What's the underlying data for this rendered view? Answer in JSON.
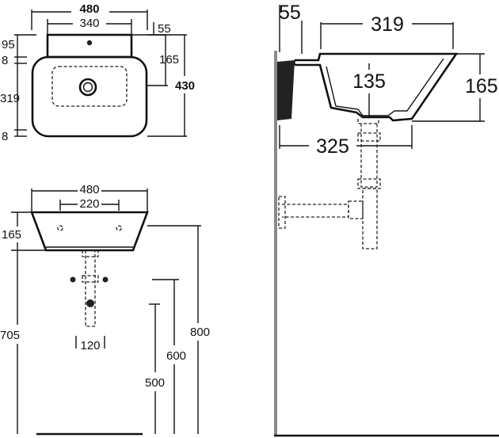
{
  "top_view": {
    "overall_width": "480",
    "inner_width": "340",
    "deck_depth": "95",
    "rim_top": "8",
    "bowl_depth": "319",
    "rim_bottom": "8",
    "right_offset": "55",
    "height": "165",
    "overall_depth": "430"
  },
  "front_view": {
    "overall_width": "480",
    "tap_spacing": "220",
    "basin_height": "165",
    "floor_to_top": "705",
    "waste_spacing": "120",
    "floor_to_trap": "500",
    "floor_to_outlet": "600",
    "floor_to_rim": "800"
  },
  "side_view": {
    "wall_offset": "55",
    "bowl_width": "319",
    "bowl_height": "135",
    "overall_height": "165",
    "base_projection": "325"
  }
}
